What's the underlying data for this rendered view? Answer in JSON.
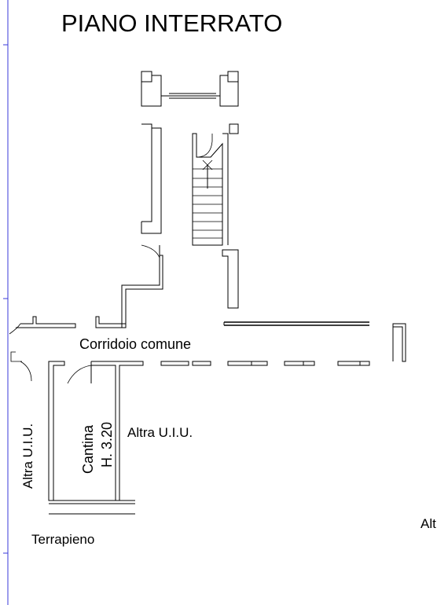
{
  "plan": {
    "title": "PIANO INTERRATO",
    "labels": {
      "corridor": "Corridoio comune",
      "cellar_name": "Cantina",
      "cellar_height": "H. 3.20",
      "other_unit_left": "Altra U.I.U.",
      "other_unit_right": "Altra U.I.U.",
      "other_unit_cut": "Alt",
      "embankment": "Terrapieno"
    },
    "colors": {
      "lines": "#000000",
      "sheet_border": "#3a3ad8",
      "background": "#ffffff"
    }
  }
}
